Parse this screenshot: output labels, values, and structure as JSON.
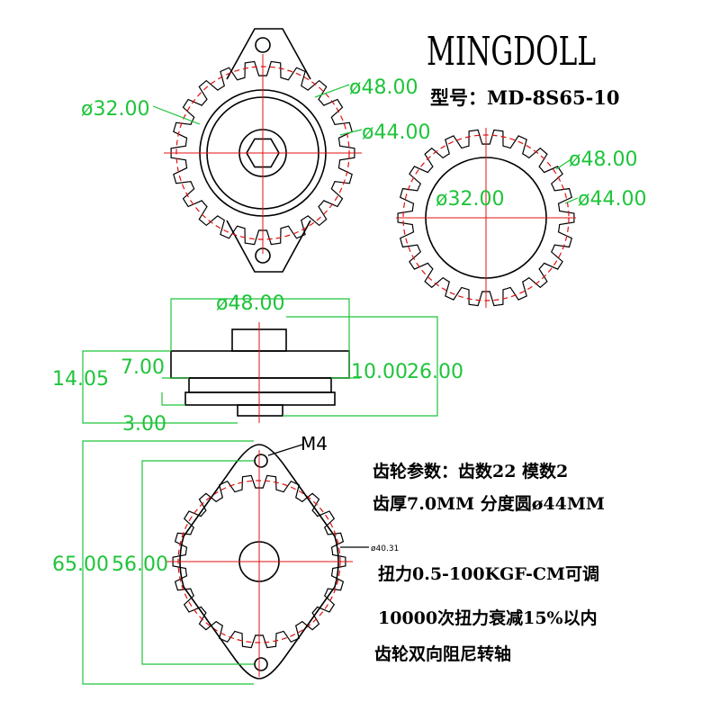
{
  "header": {
    "brand": "MINGDOLL",
    "model": "型号：MD-8S65-10"
  },
  "views": {
    "front_gear_bracket": {
      "d_outer": "ø48.00",
      "d_pitch": "ø44.00",
      "d_root": "ø32.00"
    },
    "gear_only": {
      "d_outer": "ø48.00",
      "d_pitch": "ø44.00",
      "d_root": "ø32.00"
    },
    "side_view": {
      "width": "ø48.00",
      "total_height": "14.05",
      "gear_thickness": "7.00",
      "base_thickness": "3.00",
      "body_height": "10.00",
      "overall": "26.00"
    },
    "bottom_view": {
      "hole": "M4",
      "pitch_small": "ø40.31",
      "length_outer": "65.00",
      "length_inner": "56.00"
    }
  },
  "specs": {
    "line1": "齿轮参数：齿数22  模数2",
    "line2": "齿厚7.0MM  分度圆ø44MM",
    "line3": "扭力0.5-100KGF-CM可调",
    "line4": "10000次扭力衰减15%以内",
    "line5": "齿轮双向阻尼转轴"
  },
  "colors": {
    "dimension": "#1ec43a",
    "center_line": "#e01010",
    "outline": "#000000"
  }
}
